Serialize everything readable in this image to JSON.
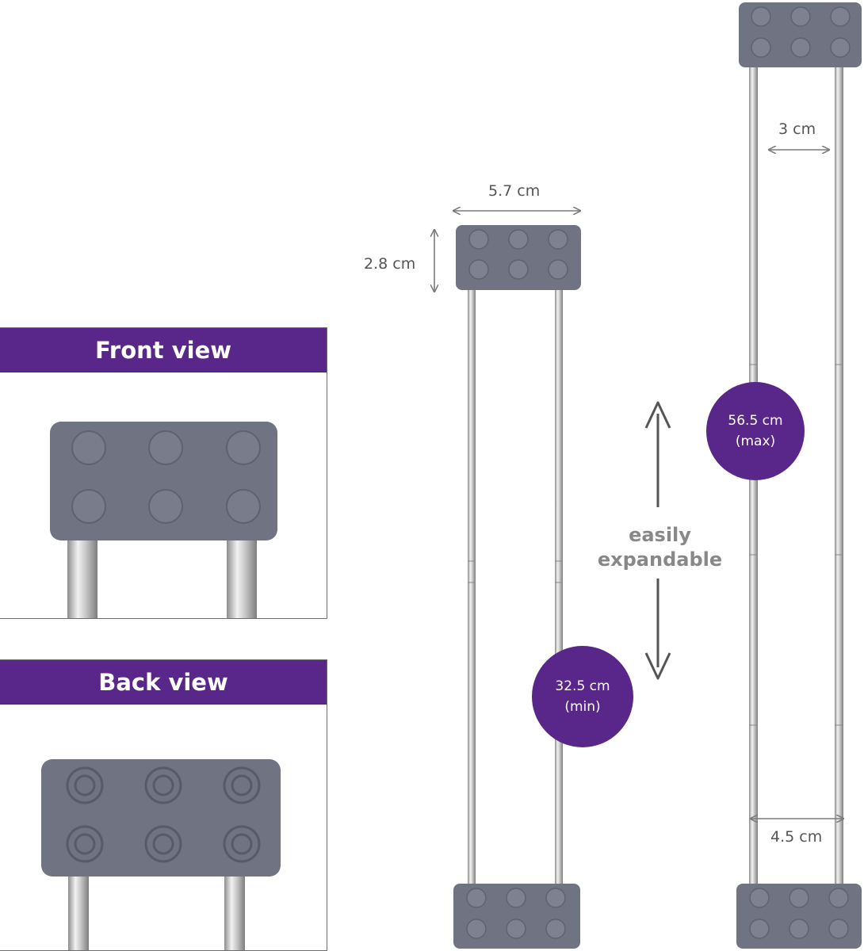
{
  "panels": {
    "front_title": "Front view",
    "back_title": "Back view"
  },
  "dimensions": {
    "width_block": "5.7 cm",
    "height_block": "2.8 cm",
    "inner_width": "3 cm",
    "outer_width": "4.5 cm"
  },
  "badges": {
    "max_value": "56.5 cm",
    "max_note": "(max)",
    "min_value": "32.5 cm",
    "min_note": "(min)"
  },
  "feature": {
    "line1": "easily",
    "line2": "expandable"
  },
  "colors": {
    "brand_purple": "#59278a",
    "block_gray": "#6f7382",
    "rod_silver": "#c8c8c8",
    "arrow_gray": "#555555"
  }
}
